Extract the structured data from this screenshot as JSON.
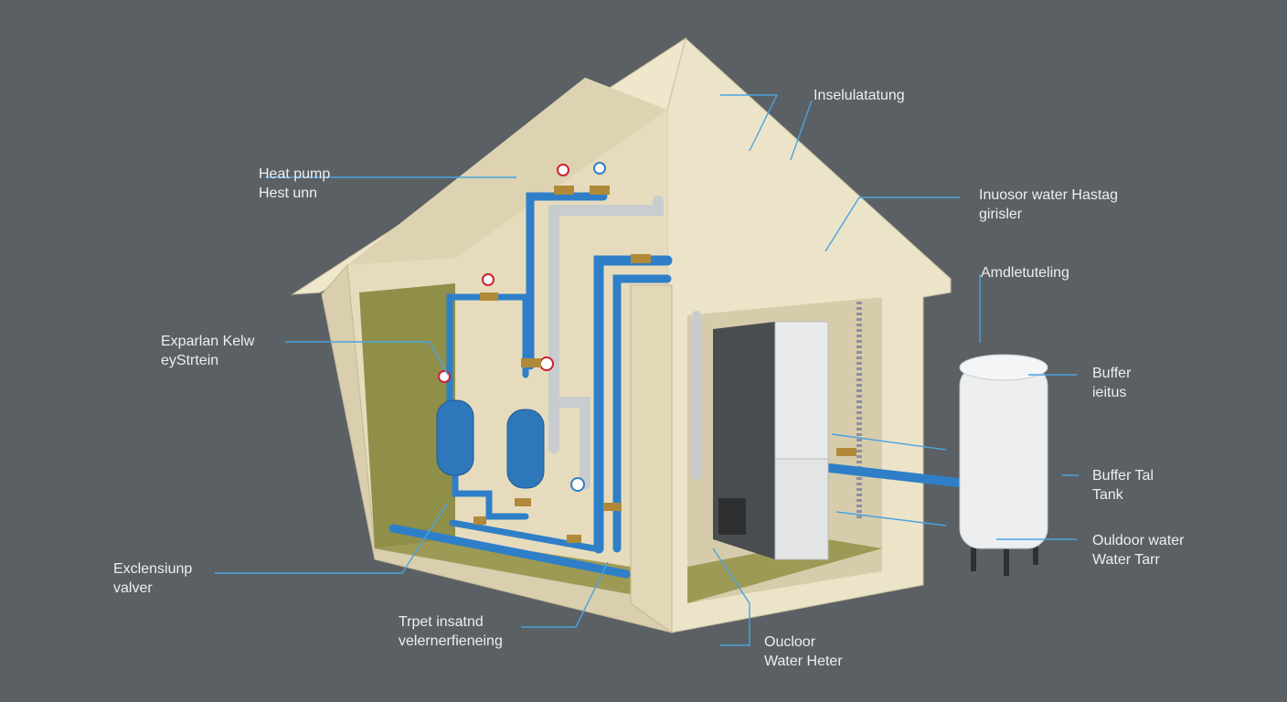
{
  "colors": {
    "background": "#5b6064",
    "wall": "#ece4c9",
    "wall_shade": "#d9cfae",
    "insulation": "#8f8f4a",
    "pipe_blue": "#2f7fc8",
    "pipe_grey": "#c9ccce",
    "tank_blue": "#2e77bb",
    "leader_line": "#4aa3e0",
    "label_text": "#eceff1"
  },
  "labels": {
    "insulation": {
      "lines": [
        "Inselulatatung"
      ]
    },
    "heat_pump": {
      "lines": [
        "Heat pump",
        "Hest unn"
      ]
    },
    "indoor_water": {
      "lines": [
        "Inuosor water Hastag",
        "girisler"
      ]
    },
    "ambient": {
      "lines": [
        "Amdletuteling"
      ]
    },
    "expansion_system": {
      "lines": [
        "Exparlan Kelw",
        "eyStrtein"
      ]
    },
    "buffer_status": {
      "lines": [
        "Buffer",
        "ieitus"
      ]
    },
    "buffer_tank": {
      "lines": [
        "Buffer Tal",
        "Tank"
      ]
    },
    "outdoor_water_tank": {
      "lines": [
        "Ouldoor water",
        "Water Tarr"
      ]
    },
    "expansion_valve": {
      "lines": [
        "Exclensiunp",
        "valver"
      ]
    },
    "pipe_insulation": {
      "lines": [
        "Trpet insatnd",
        "velernerfieneing"
      ]
    },
    "outdoor_water_heater": {
      "lines": [
        "Oucloor",
        "Water Heter"
      ]
    }
  },
  "icons": [
    "pressure-gauge-icon",
    "valve-icon",
    "expansion-tank-icon",
    "heat-pump-unit-icon",
    "buffer-tank-icon"
  ]
}
